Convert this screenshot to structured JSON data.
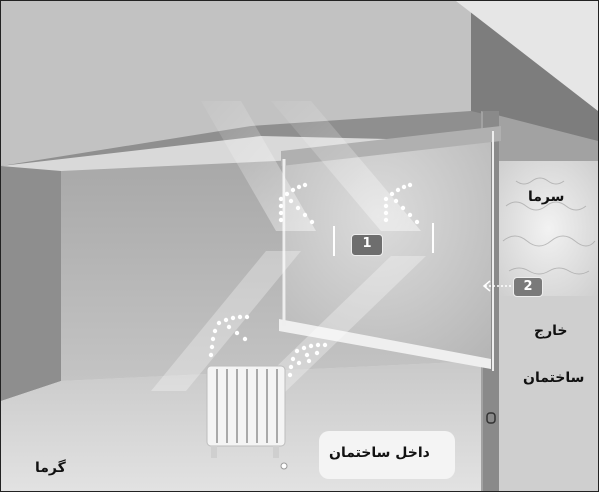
{
  "labels": {
    "cold": "سرما",
    "outside_line1": "خارج",
    "outside_line2": "ساختمان",
    "inside": "داخل ساختمان",
    "warm": "گرما"
  },
  "callouts": {
    "one": "1",
    "two": "2"
  },
  "colors": {
    "wall": "#9d9d9d",
    "ceiling": "#8a8a8a",
    "floor": "#d3d3d3",
    "glass": "#c4c4c4",
    "arrow": "#ffffff"
  }
}
